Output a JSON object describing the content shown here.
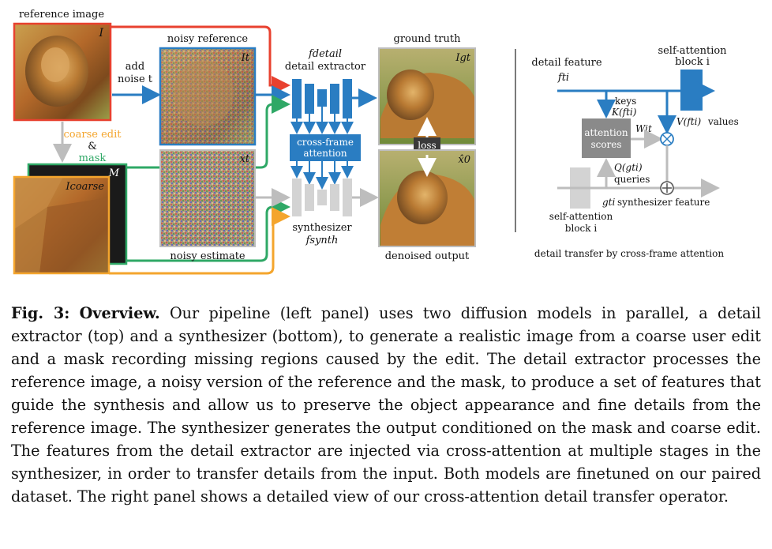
{
  "figure": {
    "left_panel": {
      "reference_image_label": "reference image",
      "reference_symbol": "I",
      "add_noise_label_1": "add",
      "add_noise_label_2": "noise t",
      "noisy_reference_label": "noisy reference",
      "noisy_reference_symbol": "It",
      "detail_extractor_symbol": "fdetail",
      "detail_extractor_label": "detail extractor",
      "cross_frame_label_1": "cross-frame",
      "cross_frame_label_2": "attention",
      "coarse_edit_label": "coarse edit",
      "ampersand": "&",
      "mask_label": "mask",
      "mask_symbol": "M",
      "coarse_symbol": "Icoarse",
      "noisy_estimate_symbol": "xt",
      "noisy_estimate_label": "noisy estimate",
      "synthesizer_label": "synthesizer",
      "synthesizer_symbol": "fsynth",
      "ground_truth_label": "ground truth",
      "ground_truth_symbol": "Igt",
      "loss_label": "loss",
      "denoised_symbol": "x̂0",
      "denoised_label": "denoised output"
    },
    "right_panel": {
      "detail_feature_label": "detail feature",
      "detail_feature_symbol": "fti",
      "self_attention_top_1": "self-attention",
      "self_attention_top_2": "block i",
      "keys_label": "keys",
      "keys_symbol": "K(fti)",
      "attention_scores_1": "attention",
      "attention_scores_2": "scores",
      "weight_symbol": "Wit",
      "values_symbol": "V(fti)",
      "values_label": "values",
      "queries_symbol": "Q(gti)",
      "queries_label": "queries",
      "synth_feature_symbol": "gti",
      "synth_feature_label": "synthesizer feature",
      "self_attention_bottom_1": "self-attention",
      "self_attention_bottom_2": "block i",
      "panel_caption": "detail transfer by cross-frame attention"
    },
    "colors": {
      "red": "#e8412f",
      "blue": "#2a7dc2",
      "green": "#2fa866",
      "orange": "#f4a52d",
      "gray": "#bdbdbd"
    }
  },
  "caption": {
    "fig_label": "Fig. 3:",
    "title": "Overview.",
    "text": "Our pipeline (left panel) uses two diffusion models in parallel, a detail extractor (top) and a synthesizer (bottom), to generate a realistic image from a coarse user edit and a mask recording missing regions caused by the edit. The detail extractor processes the reference image, a noisy version of the reference and the mask, to produce a set of features that guide the synthesis and allow us to preserve the object appearance and fine details from the reference image. The synthesizer generates the output conditioned on the mask and coarse edit. The features from the detail extractor are injected via cross-attention at multiple stages in the synthesizer, in order to transfer details from the input. Both models are finetuned on our paired dataset. The right panel shows a detailed view of our cross-attention detail transfer operator."
  }
}
